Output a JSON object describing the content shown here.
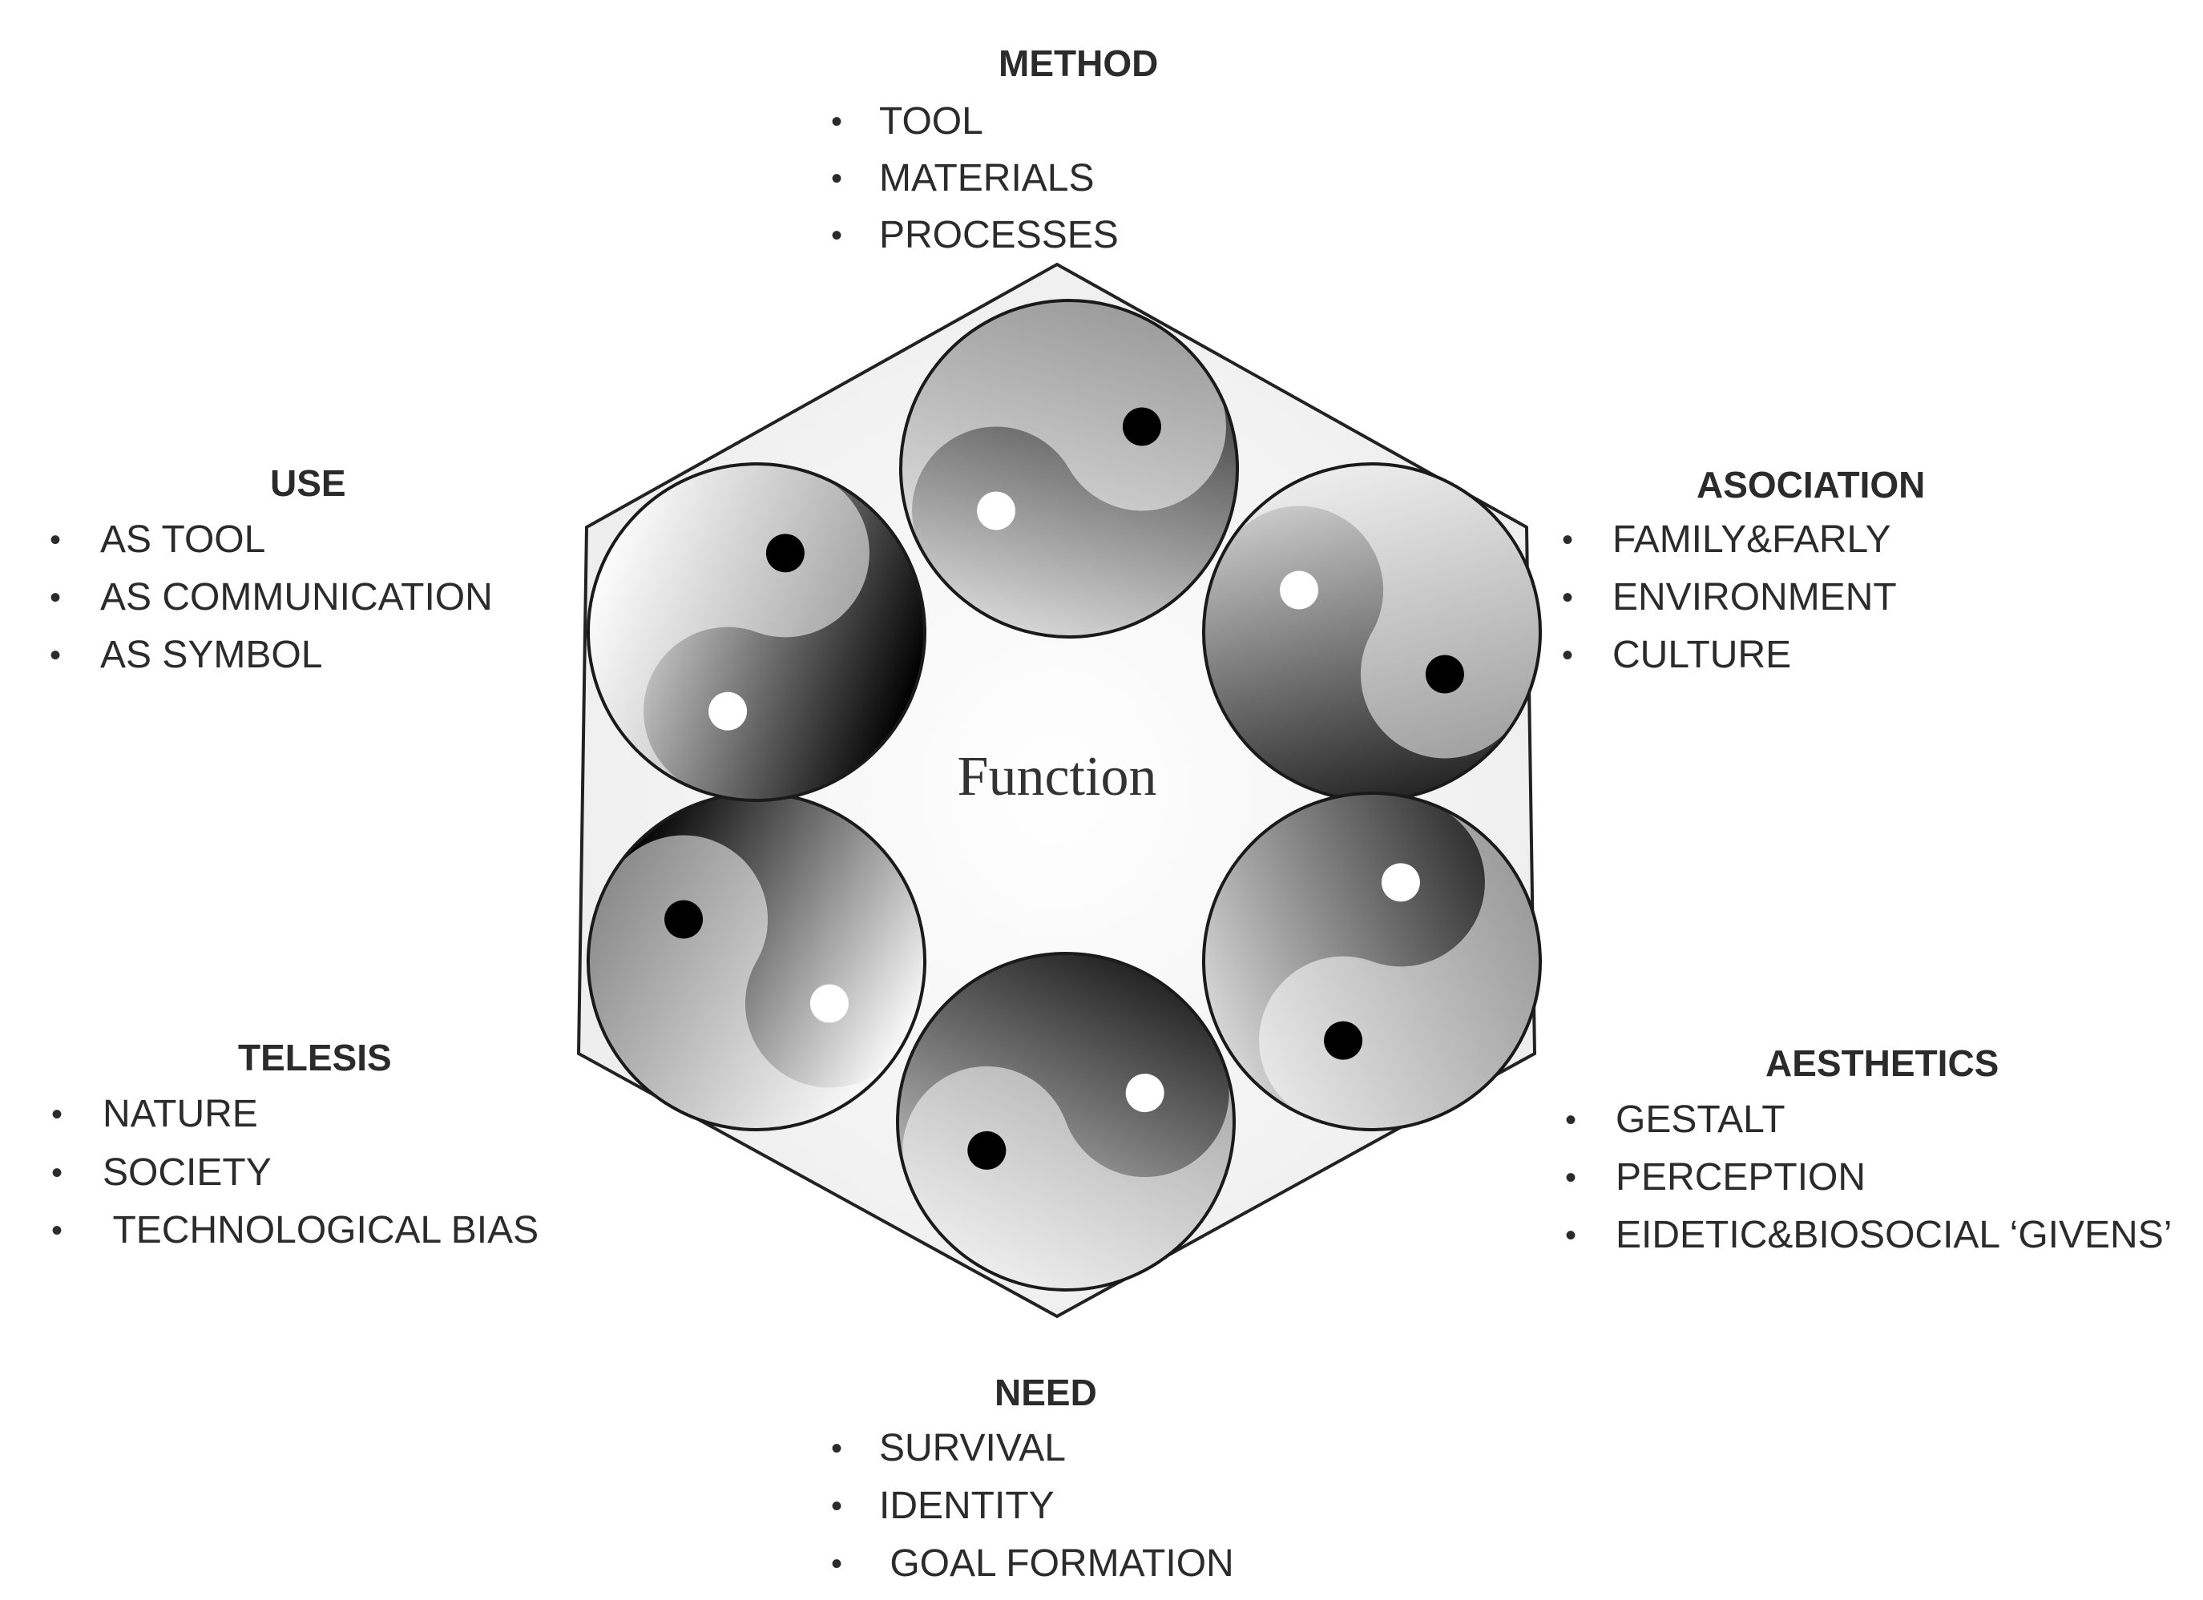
{
  "center": {
    "label": "Function"
  },
  "groups": {
    "method": {
      "title": "METHOD",
      "items": [
        "TOOL",
        "MATERIALS",
        "PROCESSES"
      ]
    },
    "use": {
      "title": "USE",
      "items": [
        "AS TOOL",
        "AS COMMUNICATION",
        "AS SYMBOL"
      ]
    },
    "association": {
      "title": "ASOCIATION",
      "items": [
        "FAMILY&FARLY",
        "ENVIRONMENT",
        "CULTURE"
      ]
    },
    "telesis": {
      "title": "TELESIS",
      "items": [
        "NATURE",
        "SOCIETY",
        " TECHNOLOGICAL BIAS"
      ]
    },
    "aesthetics": {
      "title": "AESTHETICS",
      "items": [
        "GESTALT",
        "PERCEPTION",
        "EIDETIC&BIOSOCIAL ‘GIVENS’"
      ]
    },
    "need": {
      "title": "NEED",
      "items": [
        "SURVIVAL",
        "IDENTITY",
        " GOAL FORMATION"
      ]
    }
  },
  "bullet_glyph": "•",
  "colors": {
    "text": "#2b2b2b",
    "hexagon_fill": "#f2f2f2",
    "outline": "#222222"
  },
  "symbol": "yin-yang"
}
